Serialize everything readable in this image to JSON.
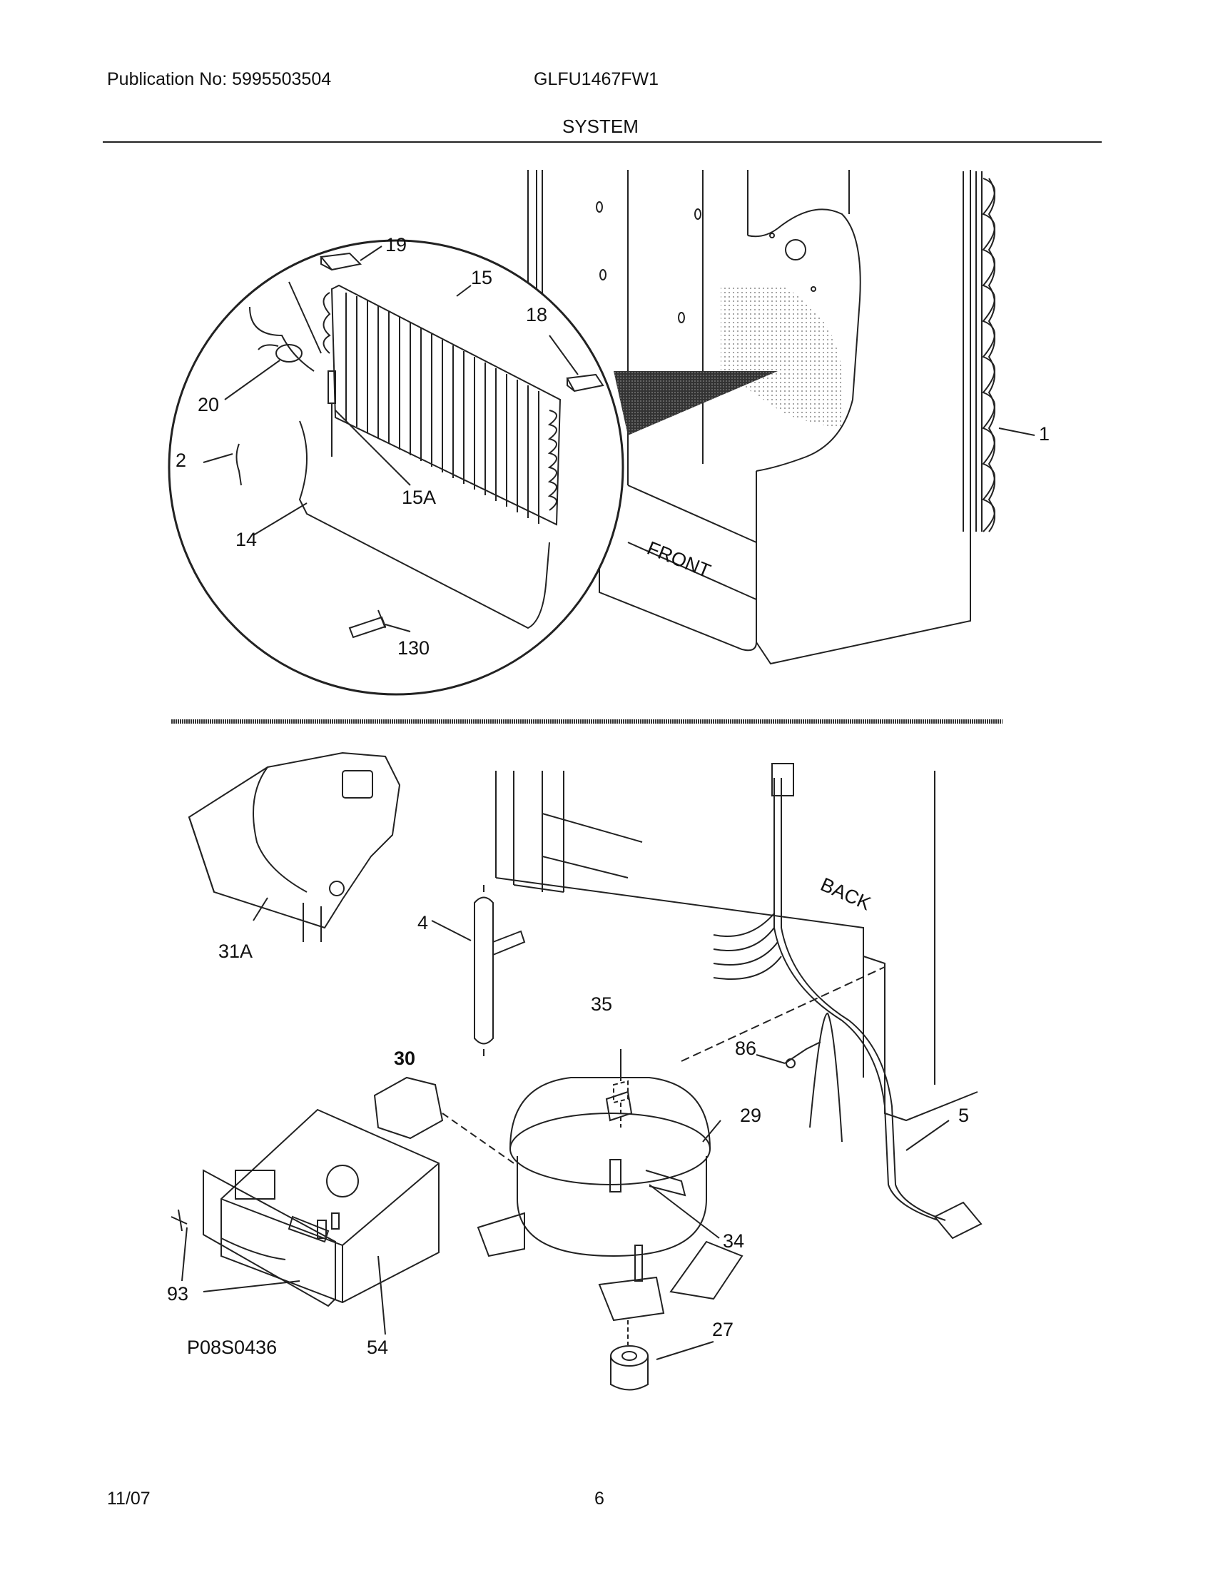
{
  "header": {
    "publication": "Publication No: 5995503504",
    "model": "GLFU1467FW1",
    "section_title": "SYSTEM"
  },
  "footer": {
    "date": "11/07",
    "page": "6"
  },
  "diagram": {
    "upper_view": {
      "label_front": "FRONT",
      "callouts": [
        {
          "id": "19"
        },
        {
          "id": "15"
        },
        {
          "id": "18"
        },
        {
          "id": "20"
        },
        {
          "id": "2"
        },
        {
          "id": "15A"
        },
        {
          "id": "14"
        },
        {
          "id": "130"
        },
        {
          "id": "1"
        }
      ]
    },
    "lower_view": {
      "label_back": "BACK",
      "drawing_number": "P08S0436",
      "callouts": [
        {
          "id": "31A"
        },
        {
          "id": "4"
        },
        {
          "id": "35"
        },
        {
          "id": "30"
        },
        {
          "id": "86"
        },
        {
          "id": "29"
        },
        {
          "id": "5"
        },
        {
          "id": "34"
        },
        {
          "id": "93"
        },
        {
          "id": "54"
        },
        {
          "id": "27"
        }
      ]
    }
  }
}
